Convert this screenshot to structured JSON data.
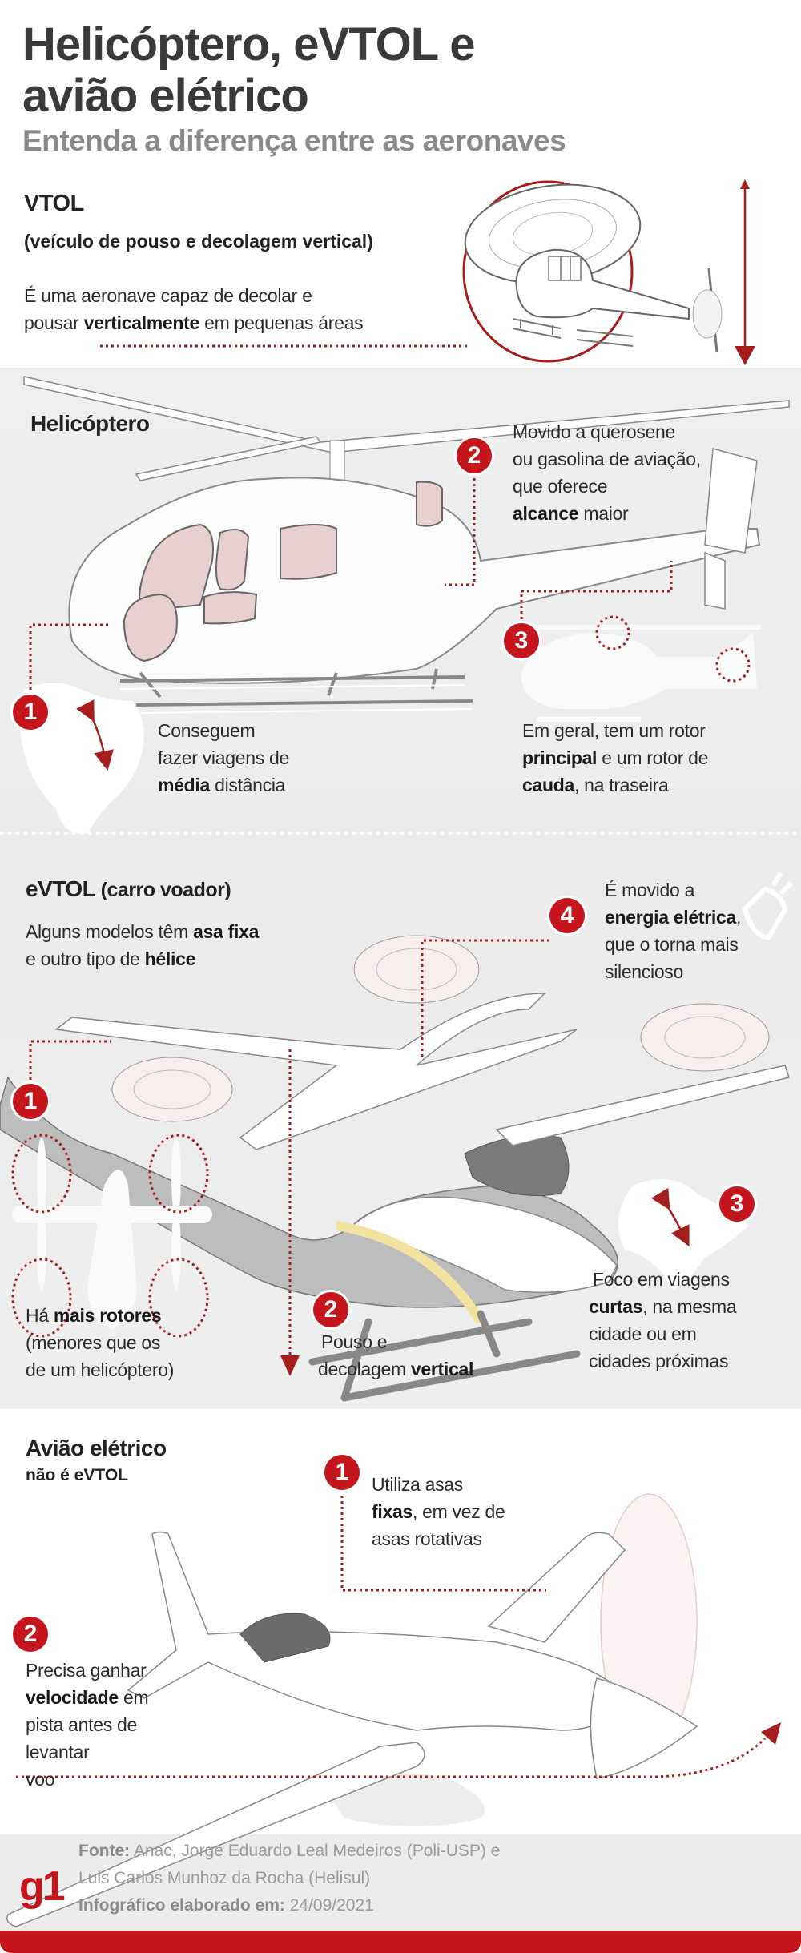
{
  "header": {
    "title_line1": "Helicóptero, eVTOL e",
    "title_line2": "avião elétrico",
    "subtitle": "Entenda a diferença entre as aeronaves"
  },
  "vtol": {
    "heading": "VTOL",
    "subheading": "(veículo de pouso e decolagem vertical)",
    "line1": "É uma aeronave capaz de decolar e",
    "line2_pre": "pousar ",
    "line2_bold": "verticalmente",
    "line2_post": " em pequenas áreas"
  },
  "helicopter": {
    "heading": "Helicóptero",
    "note1": {
      "number": "1",
      "l1": "Conseguem",
      "l2": "fazer viagens de",
      "l3_bold": "média",
      "l3_post": " distância"
    },
    "note2": {
      "number": "2",
      "l1": "Movido a querosene",
      "l2": "ou gasolina de aviação,",
      "l3": "que oferece",
      "l4_bold": "alcance",
      "l4_post": " maior"
    },
    "note3": {
      "number": "3",
      "l1": "Em geral, tem um rotor",
      "l2_bold": "principal",
      "l2_post": " e um rotor de",
      "l3_bold": "cauda",
      "l3_post": ", na traseira"
    }
  },
  "evtol": {
    "heading_bold": "eVTOL",
    "heading_post": " (carro voador)",
    "intro_l1_pre": "Alguns modelos têm ",
    "intro_l1_bold": "asa fixa",
    "intro_l2_pre": "e outro tipo de ",
    "intro_l2_bold": "hélice",
    "note1": {
      "number": "1",
      "l1_pre": "Há ",
      "l1_bold": "mais rotores",
      "l2": "(menores que os",
      "l3": "de um helicóptero)"
    },
    "note2": {
      "number": "2",
      "l1": "Pouso e",
      "l2_pre": "decolagem ",
      "l2_bold": "vertical"
    },
    "note3": {
      "number": "3",
      "l1": "Foco em viagens",
      "l2_bold": "curtas",
      "l2_post": ", na mesma",
      "l3": "cidade ou em",
      "l4": "cidades próximas"
    },
    "note4": {
      "number": "4",
      "l1": "É movido a",
      "l2_bold": "energia elétrica",
      "l2_post": ",",
      "l3": "que o torna mais",
      "l4": "silencioso"
    }
  },
  "plane": {
    "heading": "Avião elétrico",
    "subheading": "não é eVTOL",
    "note1": {
      "number": "1",
      "l1": "Utiliza asas",
      "l2_bold": "fixas",
      "l2_post": ", em vez de",
      "l3": "asas rotativas"
    },
    "note2": {
      "number": "2",
      "l1": "Precisa ganhar",
      "l2_bold": "velocidade",
      "l2_post": " em",
      "l3": "pista antes de",
      "l4": "levantar",
      "l5": "voo"
    }
  },
  "footer": {
    "logo": "g1",
    "source_label": "Fonte:",
    "source_l1": " Anac, Jorge Eduardo Leal Medeiros (Poli-USP) e",
    "source_l2": "Luis Carlos Munhoz da Rocha (Helisul)",
    "date_label": "Infográfico elaborado em:",
    "date": " 24/09/2021"
  },
  "colors": {
    "accent": "#c4161c",
    "title": "#3a3a3a",
    "subtitle": "#8a8a8a",
    "section_bg": "#eeeeee",
    "window_pink": "#e8cfd0",
    "evtol_gray": "#bdbdbd",
    "evtol_stripe": "#f3e3a0"
  }
}
